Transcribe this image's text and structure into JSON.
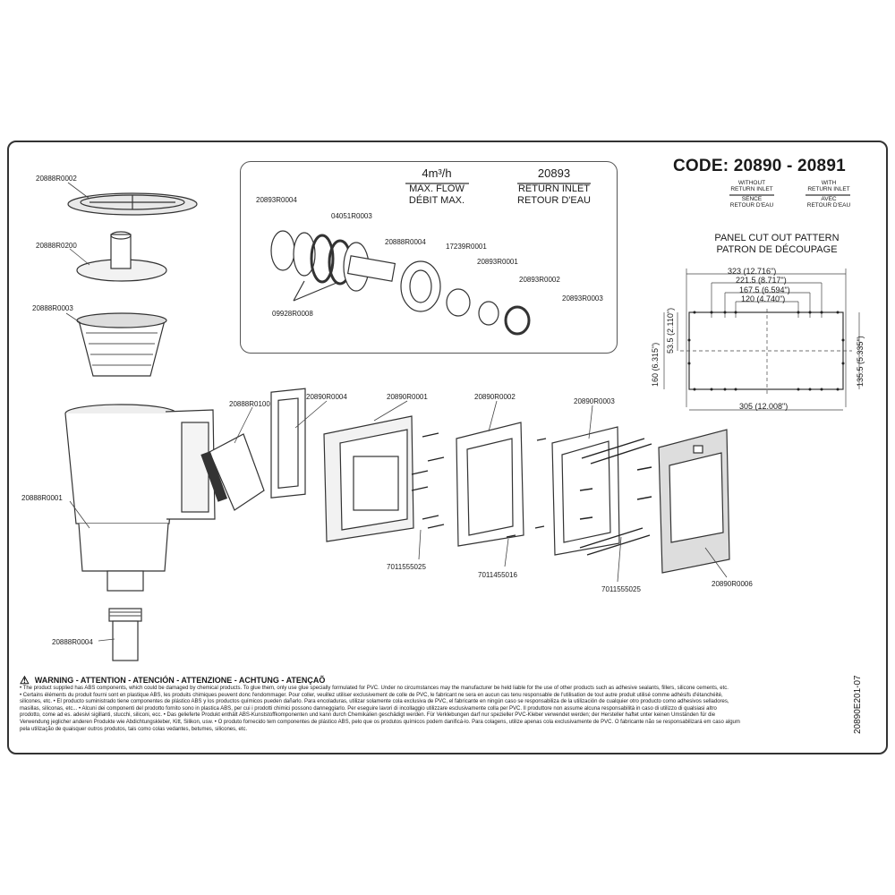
{
  "code": {
    "label": "CODE: 20890 - 20891"
  },
  "variants": {
    "without_l1": "WITHOUT",
    "without_l2": "RETURN INLET",
    "without_l3": "SENCE",
    "without_l4": "RETOUR D'EAU",
    "with_l1": "WITH",
    "with_l2": "RETURN INLET",
    "with_l3": "AVEC",
    "with_l4": "RETOUR D'EAU"
  },
  "inset": {
    "flow": "4m³/h",
    "flow_l1": "MAX. FLOW",
    "flow_l2": "DÉBIT MAX.",
    "inlet_code": "20893",
    "inlet_l1": "RETURN INLET",
    "inlet_l2": "RETOUR D'EAU",
    "parts": [
      "20893R0004",
      "04051R0003",
      "20888R0004",
      "17239R0001",
      "20893R0001",
      "20893R0002",
      "20893R0003",
      "09928R0008"
    ]
  },
  "pattern": {
    "title_l1": "PANEL CUT OUT PATTERN",
    "title_l2": "PATRON DE DÉCOUPAGE",
    "d323": "323  (12.716\")",
    "d221": "221.5  (8.717\")",
    "d167": "167.5  (6.594\")",
    "d120": "120  (4.740\")",
    "d305": "305  (12.008\")",
    "d160": "160  (6.315\")",
    "d53": "53.5  (2.110\")",
    "d135": "135.5  (5.335\")"
  },
  "parts": {
    "p_lid": "20888R0002",
    "p_weir_base": "20888R0200",
    "p_basket": "20888R0003",
    "p_body": "20888R0001",
    "p_nozzle": "20888R0004",
    "p_flap": "20888R0100",
    "p_gasket1": "20890R0004",
    "p_frame1": "20890R0001",
    "p_gasket2": "20890R0002",
    "p_gasket3": "20890R0003",
    "p_cover": "20890R0006",
    "p_screw1": "7011555025",
    "p_screw2": "7011455016",
    "p_screw3": "7011555025"
  },
  "warning": {
    "title": "WARNING - ATTENTION - ATENCIÓN - ATTENZIONE - ACHTUNG - ATENÇAÕ",
    "lines": [
      "• The product supplied has ABS components, which could be damaged by chemical products. To glue them, only use glue specially formulated for PVC. Under no circumstances may the manufacturer be held liable for the use of other products such as adhesive sealants, fillers, silicone cements, etc.",
      "• Certains éléments du produit fourni sont en plastique ABS, les produits chimiques peuvent donc l'endommager. Pour coller, veuillez utiliser exclusivement de colle de PVC, le fabricant ne sera en aucun cas tenu responsable de l'utilisation de tout autre produit utilisé comme adhésifs d'étanchéité,",
      "silicones, etc. • El producto suministrado tiene componentes de plástico ABS y los productos químicos pueden dañarlo. Para encoladuras, utilizar solamente cola exclusiva de PVC, el fabricante en ningún caso se responsabiliza de la utilización de cualquier otro producto como adhesivos selladores,",
      "masillas, siliconas, etc... • Alcuni dei componenti del prodotto fornito sono in plastica ABS, per cui i prodotti chimici possono danneggiarlo. Per eseguire lavori di incollaggio utilizzare esclusivamente colla per PVC. Il produttore non assume alcuna responsabilità in caso di utilizzo di qualsiasi altro",
      "prodotto, come ad es. adesivi sigillanti, stucchi, siliconi, ecc. • Das gelieferte Produkt enthält ABS-Kunststoffkomponenten und kann durch Chemikalien geschädigt werden. Für Verklebungen darf nur spezieller PVC-Kleber verwendet werden; der Hersteller haftet unter keinen Umständen für die",
      "Verwendung jeglicher anderen Produkte wie Abdichtungskleber, Kitt, Silikon, usw. • O produto fornecido tem componentes de plástico ABS, pelo que os produtos químicos podem danificá-lo. Para colagens, utilize apenas cola exclusivamente de PVC. O fabricante não se responsabilizará em caso algum",
      "pela utilização de quaisquer outros produtos, tais como colas vedantes, betumes, silicones, etc."
    ]
  },
  "doc_code": "20890E201-07"
}
